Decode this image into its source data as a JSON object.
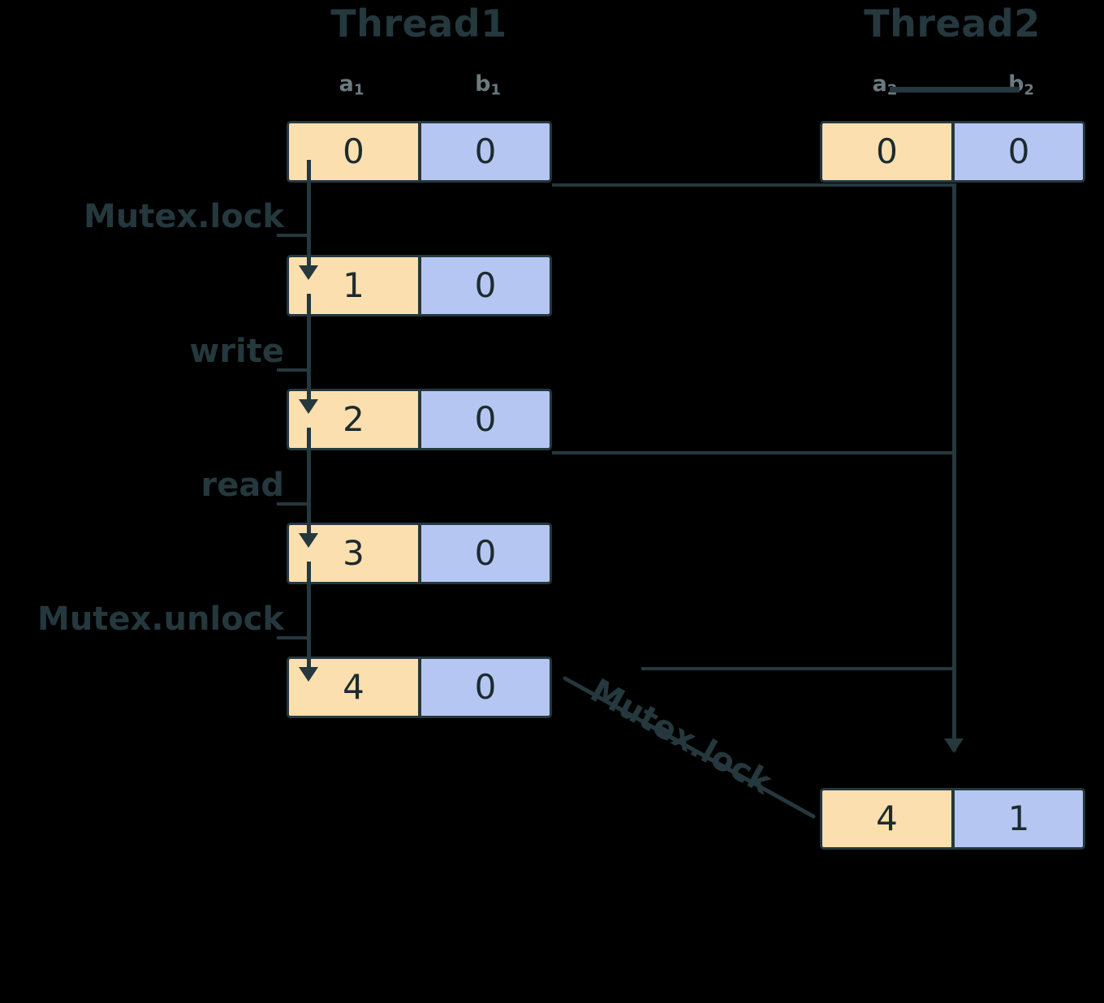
{
  "diagram": {
    "title_hidden": "",
    "background_color": "#000000",
    "stroke_color": "#24383d",
    "cell_a_color": "#fbdfae",
    "cell_b_color": "#b5c6f2"
  },
  "threads": [
    {
      "name": "thread1",
      "heading": "Thread1",
      "var_labels": [
        {
          "base": "a",
          "sub": "1"
        },
        {
          "base": "b",
          "sub": "1"
        }
      ],
      "states": [
        {
          "a": "0",
          "b": "0"
        },
        {
          "a": "1",
          "b": "0"
        },
        {
          "a": "2",
          "b": "0"
        },
        {
          "a": "3",
          "b": "0"
        },
        {
          "a": "4",
          "b": "0"
        }
      ]
    },
    {
      "name": "thread2",
      "heading": "Thread2",
      "var_labels": [
        {
          "base": "a",
          "sub": "2"
        },
        {
          "base": "b",
          "sub": "2"
        }
      ],
      "states": [
        {
          "a": "0",
          "b": "0"
        },
        {
          "a": "4",
          "b": "1"
        }
      ]
    }
  ],
  "operations": {
    "left": [
      {
        "label": "Mutex.lock"
      },
      {
        "label": "write"
      },
      {
        "label": "read"
      },
      {
        "label": "Mutex.unlock"
      }
    ],
    "diagonal": {
      "label": "Mutex.lock"
    }
  }
}
